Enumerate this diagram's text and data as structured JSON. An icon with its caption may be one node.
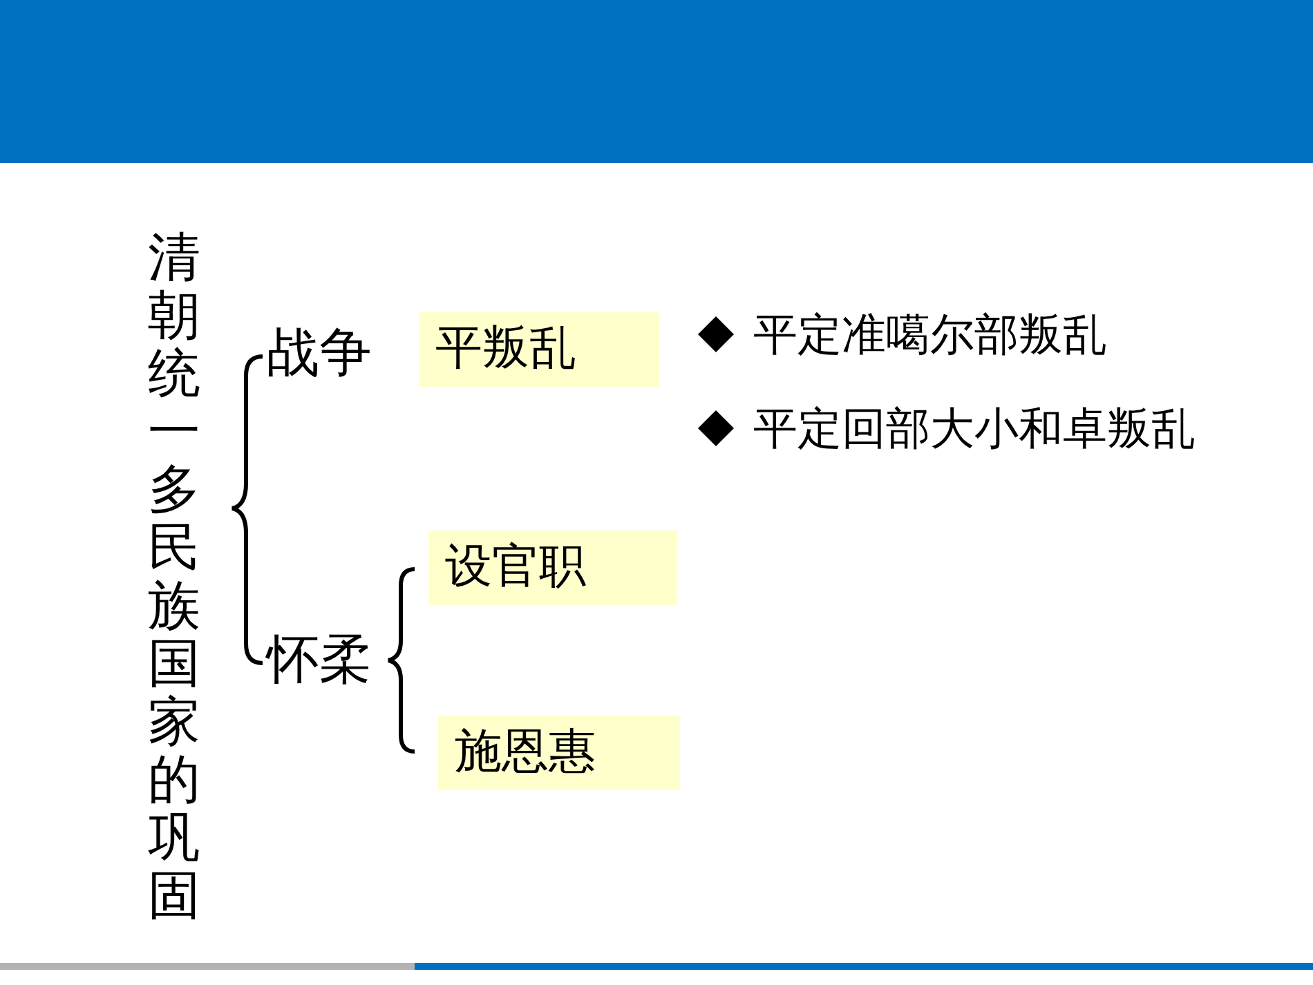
{
  "diagram": {
    "nodes": [
      {
        "text": [
          "清朝统一多民族国家的巩固"
        ]
      },
      {
        "text": [
          "战争"
        ]
      },
      {
        "text": [
          "平叛乱"
        ]
      },
      {
        "text": [
          "怀柔"
        ]
      },
      {
        "text": [
          "设官职"
        ]
      },
      {
        "text": [
          "施恩惠"
        ]
      }
    ],
    "labels": [
      "平定准噶尔部叛乱",
      "平定回部大小和卓叛乱"
    ]
  }
}
